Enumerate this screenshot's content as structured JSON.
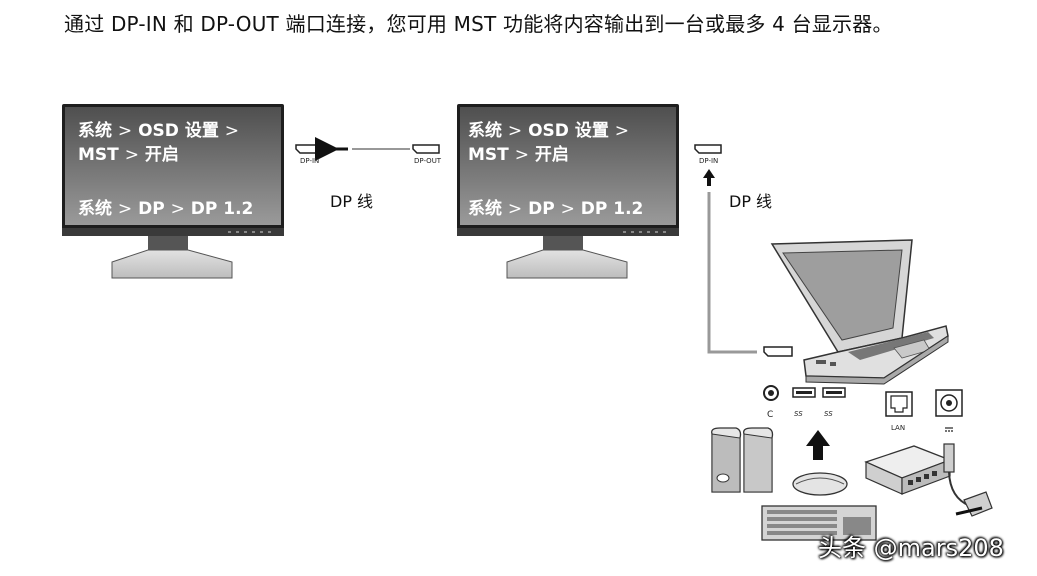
{
  "intro": {
    "text": "通过 DP-IN 和 DP-OUT 端口连接，您可用 MST 功能将内容输出到一台或最多 4 台显示器。"
  },
  "monitors": [
    {
      "line1": "系统",
      "line1b": "OSD 设置",
      "line2": "MST",
      "line2b": "开启",
      "line3": "系统",
      "line3b": "DP",
      "line3c": "DP 1.2"
    },
    {
      "line1": "系统",
      "line1b": "OSD 设置",
      "line2": "MST",
      "line2b": "开启",
      "line3": "系统",
      "line3b": "DP",
      "line3c": "DP 1.2"
    }
  ],
  "separator": ">",
  "cables": {
    "label_1": "DP 线",
    "label_2": "DP 线"
  },
  "ports": {
    "dp_in_1": "DP-IN",
    "dp_out": "DP-OUT",
    "dp_in_2": "DP-IN",
    "lan": "LAN",
    "audio": "C",
    "usb_1": "SS",
    "usb_2": "SS"
  },
  "watermark": "头条 @mars208",
  "colors": {
    "screen_top": "#5a5a5a",
    "screen_bottom": "#8c8c8c",
    "bezel": "#2b2b2b",
    "line": "#333333"
  }
}
